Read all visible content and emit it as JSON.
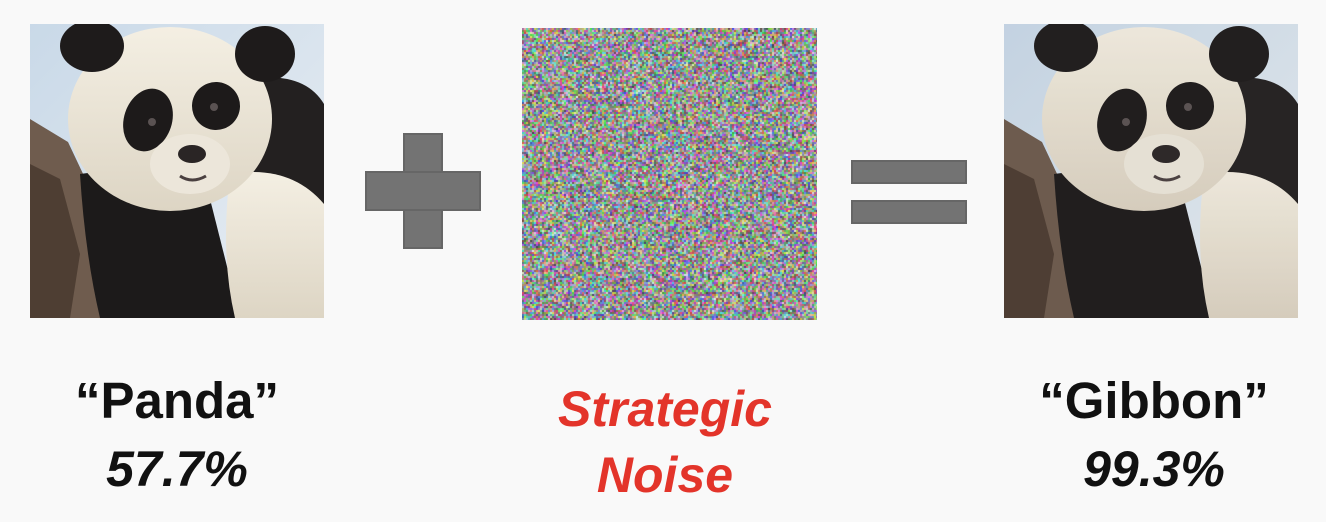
{
  "left_panel": {
    "label": "“Panda”",
    "confidence": "57.7%"
  },
  "operator_plus": {
    "icon": "plus-icon",
    "color": "#737373"
  },
  "noise_panel": {
    "label_line1": "Strategic",
    "label_line2": "Noise",
    "color": "#e3342a"
  },
  "operator_equals": {
    "icon": "equals-icon",
    "color": "#737373"
  },
  "right_panel": {
    "label": "“Gibbon”",
    "confidence": "99.3%"
  }
}
